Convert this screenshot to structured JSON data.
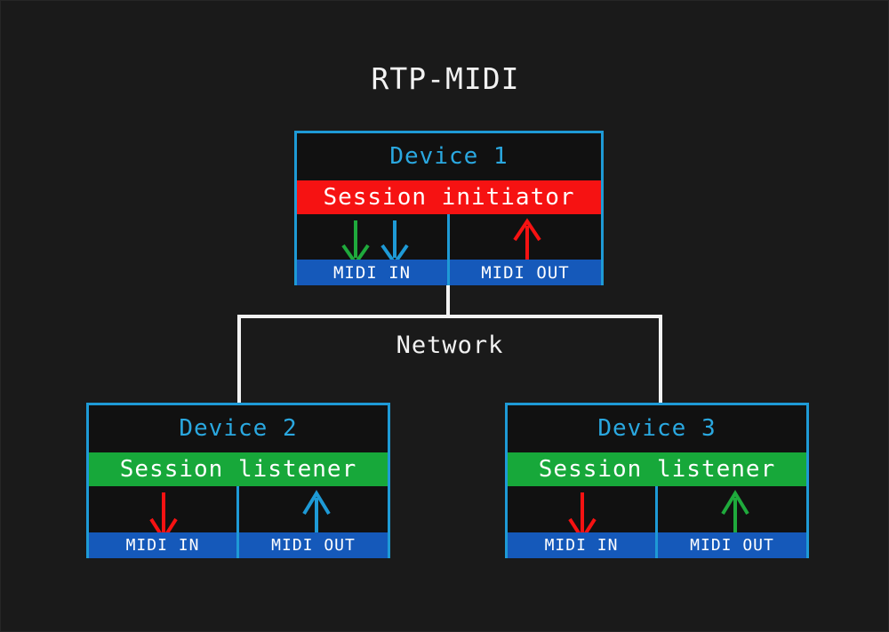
{
  "title": "RTP-MIDI",
  "network": {
    "label": "Network"
  },
  "colors": {
    "background": "#1a1a1a",
    "device_border": "#1e9ad6",
    "device_title_text": "#2aa8e0",
    "session_initiator_bg": "#f61212",
    "session_listener_bg": "#17a83a",
    "port_bg": "#1559ba",
    "text_light": "#f2f2f2",
    "arrow_red": "#f61212",
    "arrow_green": "#1faa3c",
    "arrow_cyan": "#1e9ad6",
    "network_line": "#f2f2f2"
  },
  "devices": [
    {
      "name": "Device 1",
      "session_role": "Session initiator",
      "session_role_type": "initiator",
      "ports": [
        {
          "label": "MIDI IN",
          "arrows": [
            {
              "icon": "arrow-down-icon",
              "direction": "down",
              "color": "#1faa3c"
            },
            {
              "icon": "arrow-down-icon",
              "direction": "down",
              "color": "#1e9ad6"
            }
          ]
        },
        {
          "label": "MIDI OUT",
          "arrows": [
            {
              "icon": "arrow-up-icon",
              "direction": "up",
              "color": "#f61212"
            }
          ]
        }
      ]
    },
    {
      "name": "Device 2",
      "session_role": "Session listener",
      "session_role_type": "listener",
      "ports": [
        {
          "label": "MIDI IN",
          "arrows": [
            {
              "icon": "arrow-down-icon",
              "direction": "down",
              "color": "#f61212"
            }
          ]
        },
        {
          "label": "MIDI OUT",
          "arrows": [
            {
              "icon": "arrow-up-icon",
              "direction": "up",
              "color": "#1e9ad6"
            }
          ]
        }
      ]
    },
    {
      "name": "Device 3",
      "session_role": "Session listener",
      "session_role_type": "listener",
      "ports": [
        {
          "label": "MIDI IN",
          "arrows": [
            {
              "icon": "arrow-down-icon",
              "direction": "down",
              "color": "#f61212"
            }
          ]
        },
        {
          "label": "MIDI OUT",
          "arrows": [
            {
              "icon": "arrow-up-icon",
              "direction": "up",
              "color": "#1faa3c"
            }
          ]
        }
      ]
    }
  ]
}
